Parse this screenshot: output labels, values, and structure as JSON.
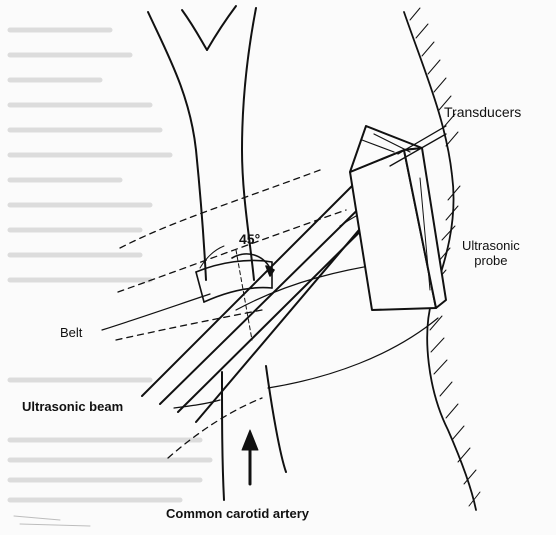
{
  "diagram": {
    "labels": {
      "transducers": "Transducers",
      "ultrasonic_probe_line1": "Ultrasonic",
      "ultrasonic_probe_line2": "probe",
      "angle": "45°",
      "belt": "Belt",
      "ultrasonic_beam": "Ultrasonic beam",
      "common_carotid_artery": "Common carotid artery"
    }
  }
}
